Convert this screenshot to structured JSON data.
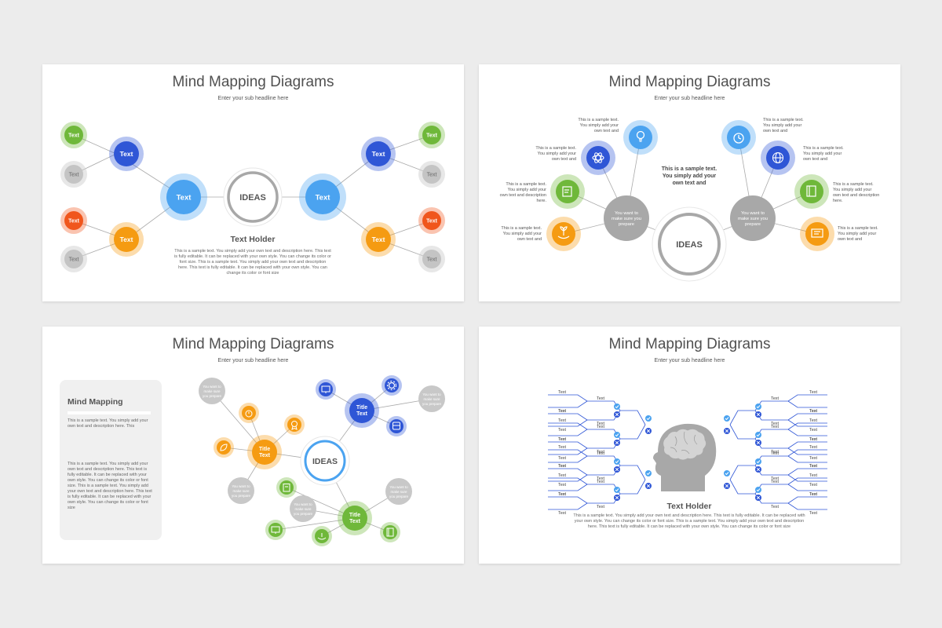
{
  "colors": {
    "green": "#6fb83a",
    "blue": "#2f56d6",
    "light_blue": "#4ba3f0",
    "orange": "#f59b12",
    "red": "#f0561c",
    "gray": "#cfcfcf",
    "center_gray": "#a8a8a8"
  },
  "slides": [
    {
      "title": "Mind Mapping Diagrams",
      "subtitle": "Enter your sub headline here",
      "center": "IDEAS",
      "node_text": "Text",
      "holder_title": "Text Holder",
      "holder_body": "This is a sample text. You simply add your own text and description here. This text is fully editable. It can be replaced with your own style. You can change its color or font size. This is a sample text. You simply add your own text and description here. This text is fully editable. It can be replaced with your own style. You can change its color or font size"
    },
    {
      "title": "Mind Mapping Diagrams",
      "subtitle": "Enter your sub headline here",
      "center": "IDEAS",
      "hub_text": "You want to make sure you prepare",
      "center_note": "This is a sample text. You simply add your own text and",
      "short_note": "This is a sample text. You simply add your own text and",
      "long_note": "This is a sample text. You simply add your own text and description here.",
      "icons": [
        "lightbulb-icon",
        "atom-icon",
        "certificate-icon",
        "hands-plant-icon",
        "alarm-clock-icon",
        "globe-icon",
        "book-icon",
        "presentation-icon"
      ]
    },
    {
      "title": "Mind Mapping Diagrams",
      "subtitle": "Enter your sub headline here",
      "center": "IDEAS",
      "panel_title": "Mind Mapping",
      "panel_text1": "This is a sample text. You simply add your own text and description here. This",
      "panel_text2": "This is a sample text. You simply add your own text and description here. This text is fully editable. It can be replaced with your own style. You can change its color or font size. This is a sample text. You simply add your own text and description here. This text is fully editable. It can be replaced with your own style. You can change its color or font size",
      "title_text": "Title Text",
      "gray_text": "You want to make sure you prepare"
    },
    {
      "title": "Mind Mapping Diagrams",
      "subtitle": "Enter your sub headline here",
      "leaf_text": "Text",
      "holder_title": "Text Holder",
      "holder_body": "This is a sample text. You simply add your own text and description here. This text is fully editable. It can be replaced with your own style. You can change its color or font size. This is a sample text. You simply add your own text and description here. This text is fully editable. It can be replaced with your own style. You can change its color or font size"
    }
  ]
}
